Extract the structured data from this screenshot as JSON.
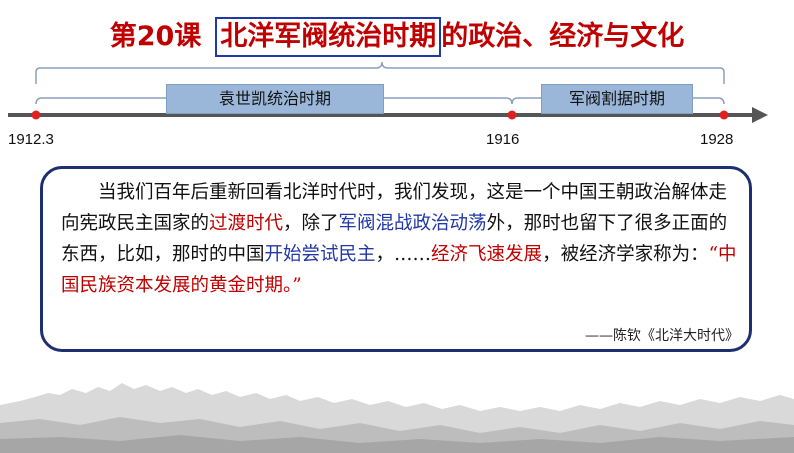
{
  "title": {
    "lesson": "第20课",
    "main": "北洋军阀统治时期",
    "rest": "的政治、经济与文化"
  },
  "timeline": {
    "periods": [
      "袁世凯统治时期",
      "军阀割据时期"
    ],
    "years": [
      "1912.3",
      "1916",
      "1928"
    ]
  },
  "quote": {
    "segments": [
      {
        "text": "当我们百年后重新回看北洋时代时，我们发现，这是一个中国王朝政治解体走向宪政民主国家的",
        "style": "normal"
      },
      {
        "text": "过渡时代",
        "style": "red"
      },
      {
        "text": "，除了",
        "style": "normal"
      },
      {
        "text": "军阀混战政治动荡",
        "style": "blue"
      },
      {
        "text": "外，那时也留下了很多正面的东西，比如，那时的中国",
        "style": "normal"
      },
      {
        "text": "开始尝试民主",
        "style": "blue"
      },
      {
        "text": "，……",
        "style": "normal"
      },
      {
        "text": "经济飞速发展",
        "style": "red"
      },
      {
        "text": "，被经济学家称为：",
        "style": "normal"
      },
      {
        "text": "“中国民族资本发展的黄金时期。”",
        "style": "red"
      }
    ],
    "source": "——陈钦《北洋大时代》"
  },
  "colors": {
    "title_red": "#c00000",
    "highlight_border": "#1f3aa8",
    "period_fill": "#9ab7d9",
    "axis": "#555555",
    "dot": "#e02020",
    "box_border": "#1d2f6e",
    "text_blue": "#2338a8"
  }
}
